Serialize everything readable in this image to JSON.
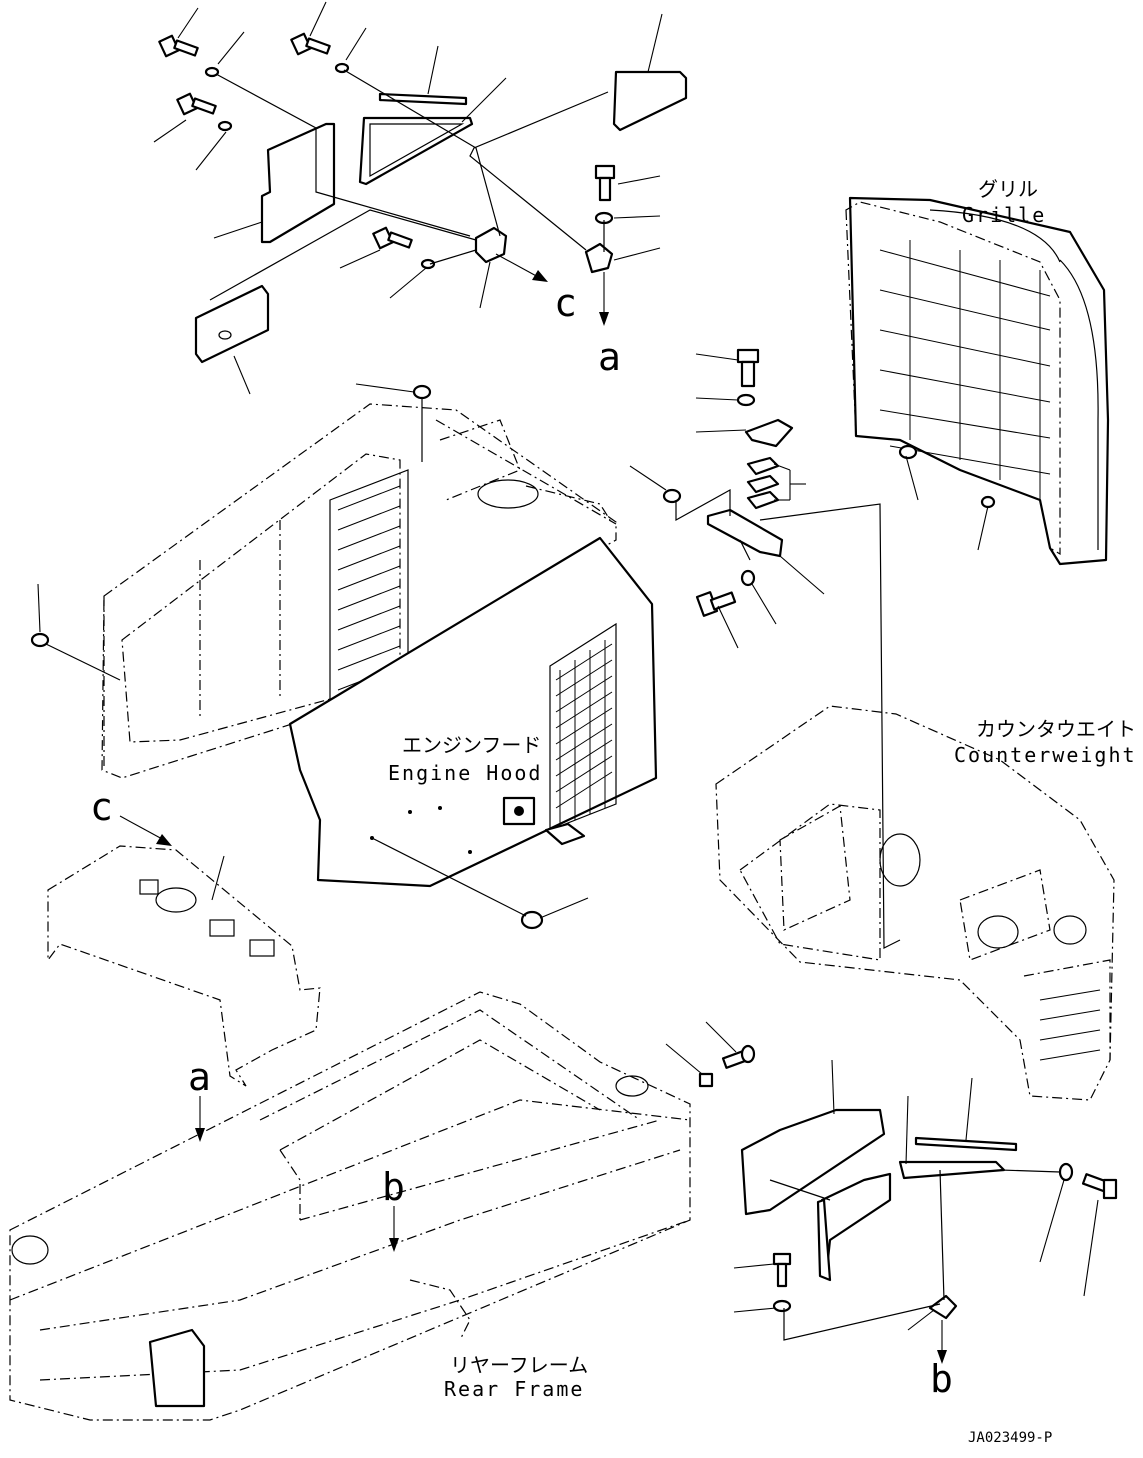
{
  "labels": {
    "grille_jp": "グリル",
    "grille_en": "Grille",
    "counterweight_jp": "カウンタウエイト",
    "counterweight_en": "Counterweight",
    "engine_hood_jp": "エンジンフード",
    "engine_hood_en": "Engine Hood",
    "rear_frame_jp": "リヤーフレーム",
    "rear_frame_en": "Rear Frame"
  },
  "callouts": {
    "c_top": "c",
    "a_top": "a",
    "c_left": "c",
    "a_frame": "a",
    "b_frame": "b",
    "b_bottom": "b"
  },
  "drawing_number": "JA023499-P"
}
